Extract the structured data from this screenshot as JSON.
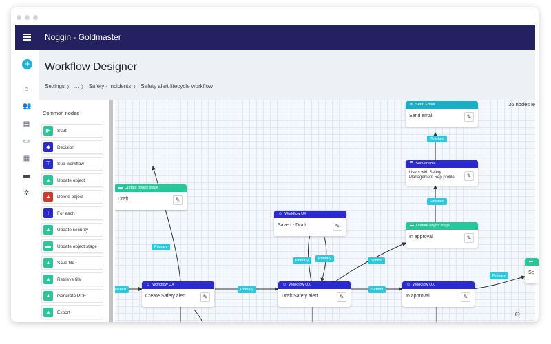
{
  "app": {
    "title": "Noggin - Goldmaster"
  },
  "page": {
    "title": "Workflow Designer",
    "breadcrumb": [
      "Settings",
      "〉",
      "...",
      "〉",
      "Safety - Incidents",
      "〉",
      "Safety alert lifecycle workflow"
    ]
  },
  "canvas": {
    "node_count": "36 nodes le"
  },
  "rail": {
    "add_icon": "plus-icon",
    "items": [
      "home-icon",
      "people-icon",
      "inbox-icon",
      "id-card-icon",
      "library-icon",
      "chat-icon",
      "settings-icon"
    ]
  },
  "panel": {
    "title": "Common nodes",
    "items": [
      {
        "label": "Start",
        "color": "#25c89b",
        "icon": "play-icon"
      },
      {
        "label": "Decision",
        "color": "#2b2ad0",
        "icon": "puzzle-icon"
      },
      {
        "label": "Sub-workflow",
        "color": "#2b2ad0",
        "icon": "hierarchy-icon"
      },
      {
        "label": "Update object",
        "color": "#25c89b",
        "icon": "shapes-icon"
      },
      {
        "label": "Delete object",
        "color": "#d9362b",
        "icon": "shapes-icon"
      },
      {
        "label": "For each",
        "color": "#2b2ad0",
        "icon": "hierarchy-icon"
      },
      {
        "label": "Update security",
        "color": "#25c89b",
        "icon": "shapes-icon"
      },
      {
        "label": "Update object stage",
        "color": "#25c89b",
        "icon": "stage-icon"
      },
      {
        "label": "Save file",
        "color": "#25c89b",
        "icon": "shapes-icon"
      },
      {
        "label": "Retrieve file",
        "color": "#25c89b",
        "icon": "shapes-icon"
      },
      {
        "label": "Generate PDF",
        "color": "#25c89b",
        "icon": "shapes-icon"
      },
      {
        "label": "Export",
        "color": "#25c89b",
        "icon": "shapes-icon"
      }
    ]
  },
  "nodes": [
    {
      "id": "upd1",
      "type": "Update object stage",
      "body": "Draft",
      "color": "#25c89b"
    },
    {
      "id": "wux_saved",
      "type": "Workflow UX",
      "body": "Saved - Draft",
      "color": "#2b2ad0"
    },
    {
      "id": "send_email",
      "type": "Send Email",
      "body": "Send email",
      "color": "#17b0c7"
    },
    {
      "id": "set_var",
      "type": "Set variable",
      "body": "Users with Safety Management Rep profile",
      "color": "#2b2ad0"
    },
    {
      "id": "upd2",
      "type": "Update object stage",
      "body": "In approval",
      "color": "#25c89b"
    },
    {
      "id": "wux_create",
      "type": "Workflow UX",
      "body": "Create Safety alert",
      "color": "#2b2ad0"
    },
    {
      "id": "wux_draft",
      "type": "Workflow UX",
      "body": "Draft Safety alert",
      "color": "#2b2ad0"
    },
    {
      "id": "wux_appr",
      "type": "Workflow UX",
      "body": "In approval",
      "color": "#2b2ad0"
    },
    {
      "id": "partial",
      "type": "",
      "body": "Se",
      "color": "#25c89b"
    }
  ],
  "links": [
    {
      "label": "Finished"
    },
    {
      "label": "Finished"
    },
    {
      "label": "Primary"
    },
    {
      "label": "Primary"
    },
    {
      "label": "Primary"
    },
    {
      "label": "Primary"
    },
    {
      "label": "Submit"
    },
    {
      "label": "Submit"
    },
    {
      "label": "Primary"
    },
    {
      "label": "Finished"
    }
  ]
}
